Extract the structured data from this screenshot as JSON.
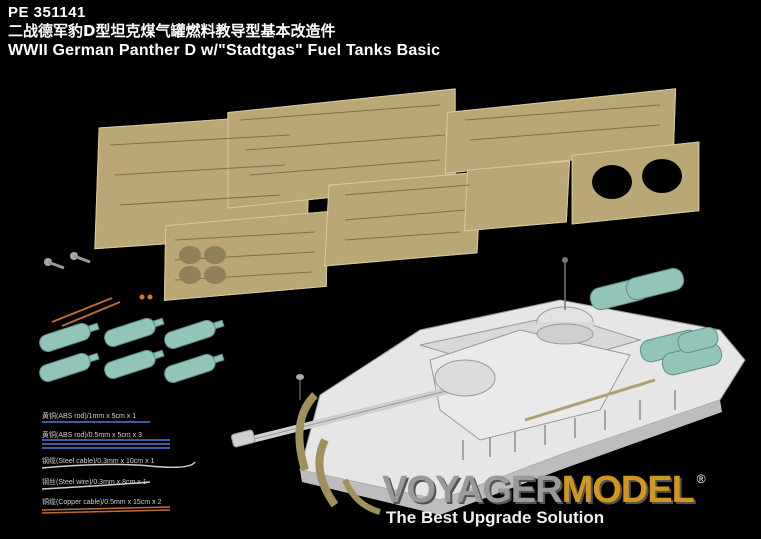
{
  "header": {
    "code": "PE 351141",
    "title_cn": "二战德军豹D型坦克煤气罐燃料教导型基本改造件",
    "title_en": "WWII German Panther D  w/\"Stadtgas\" Fuel Tanks  Basic"
  },
  "materials": [
    {
      "label": "黄铜(ABS rod)/1mm x 5cm x 1",
      "color": "#cfcfcf"
    },
    {
      "label": "黄铜(ABS rod)/0.5mm x 5cm x 3",
      "color": "#cfcfcf"
    },
    {
      "label": "钢缆(Steel cable)/0.3mm x 10cm x 1",
      "color": "#d0d0d0"
    },
    {
      "label": "钢丝(Steel wire)/0.3mm x 8cm x 1",
      "color": "#d0d0d0"
    },
    {
      "label": "铜缆(Copper cable)/0.5mm x 15cm x 2",
      "color": "#d07a4a"
    }
  ],
  "brand": {
    "logo_part1": "VOYAGER",
    "logo_part2": "MODEL",
    "registered": "®",
    "slogan": "The Best Upgrade Solution",
    "colors": {
      "voyager": "#9a9a9a",
      "model": "#d2961f"
    }
  },
  "colors": {
    "background": "#000000",
    "photo_etch": "#b9a876",
    "tank_body": "#e4e4e4",
    "fuel_tank": "#93c4ba"
  }
}
